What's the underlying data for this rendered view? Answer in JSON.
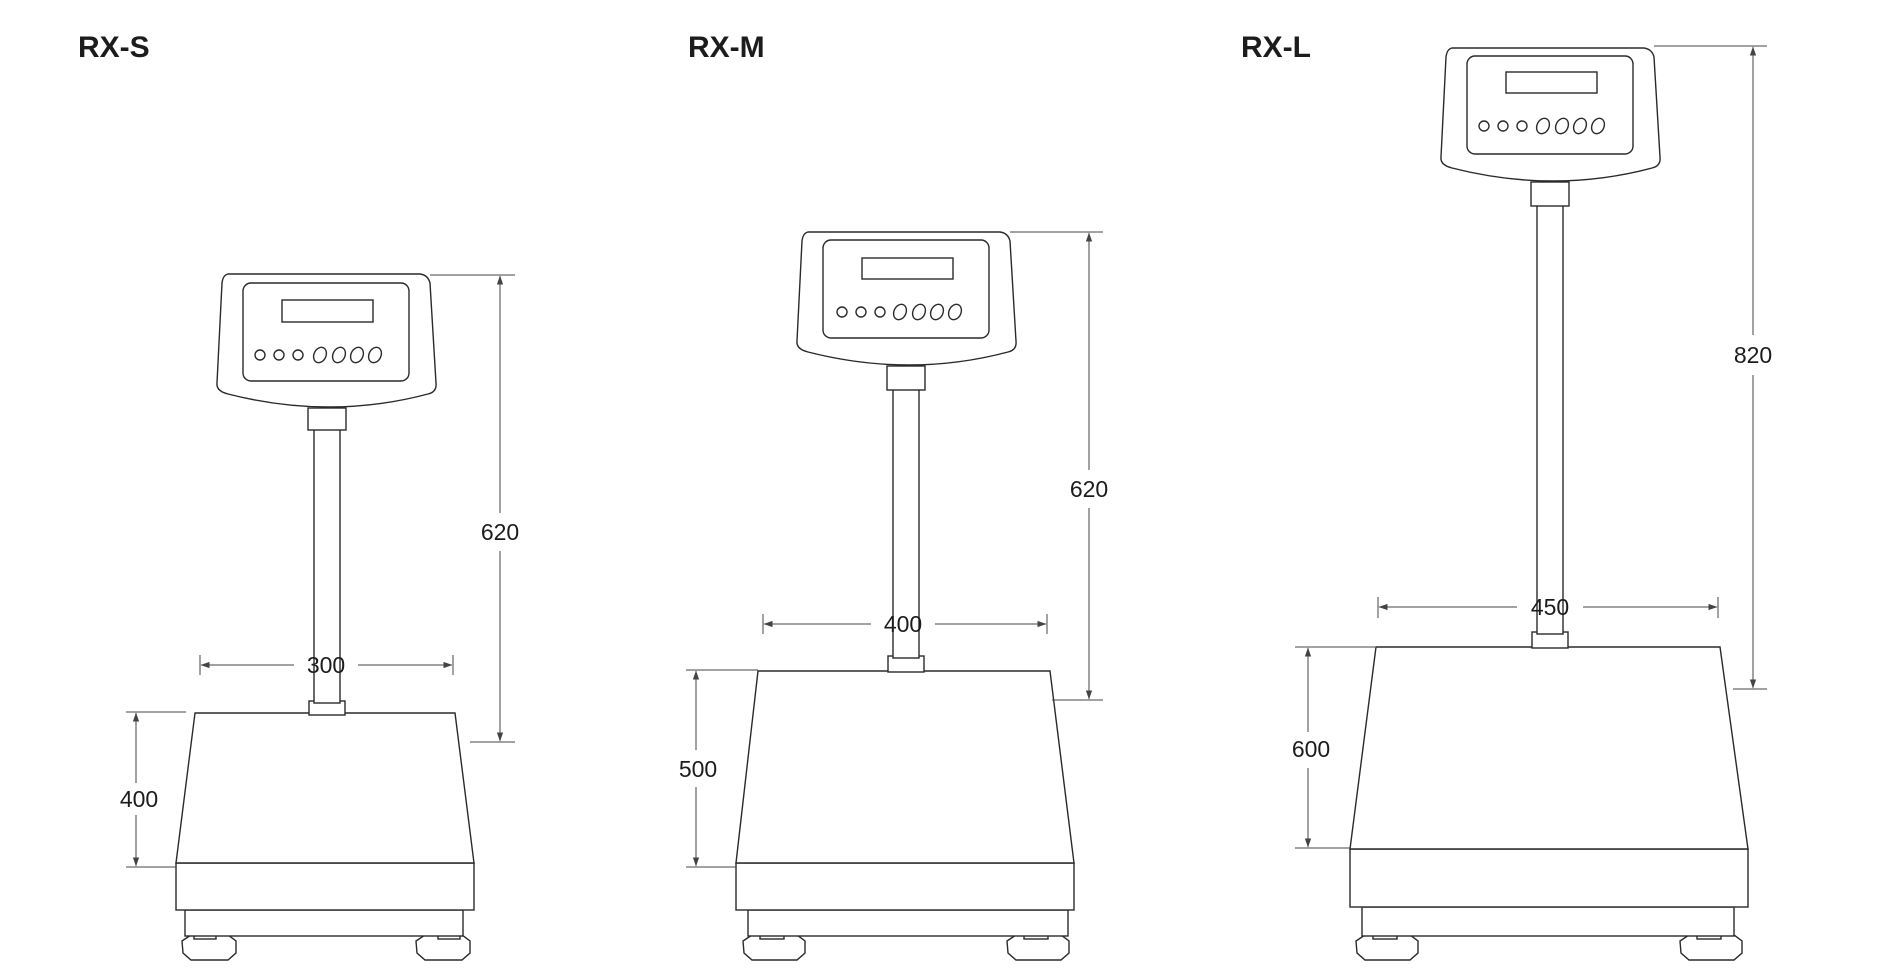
{
  "models": [
    {
      "id": "rx-s",
      "name": "RX-S",
      "dimensions": {
        "platform_width": "300",
        "base_height": "400",
        "column_height": "620"
      }
    },
    {
      "id": "rx-m",
      "name": "RX-M",
      "dimensions": {
        "platform_width": "400",
        "base_height": "500",
        "column_height": "620"
      }
    },
    {
      "id": "rx-l",
      "name": "RX-L",
      "dimensions": {
        "platform_width": "450",
        "base_height": "600",
        "column_height": "820"
      }
    }
  ]
}
